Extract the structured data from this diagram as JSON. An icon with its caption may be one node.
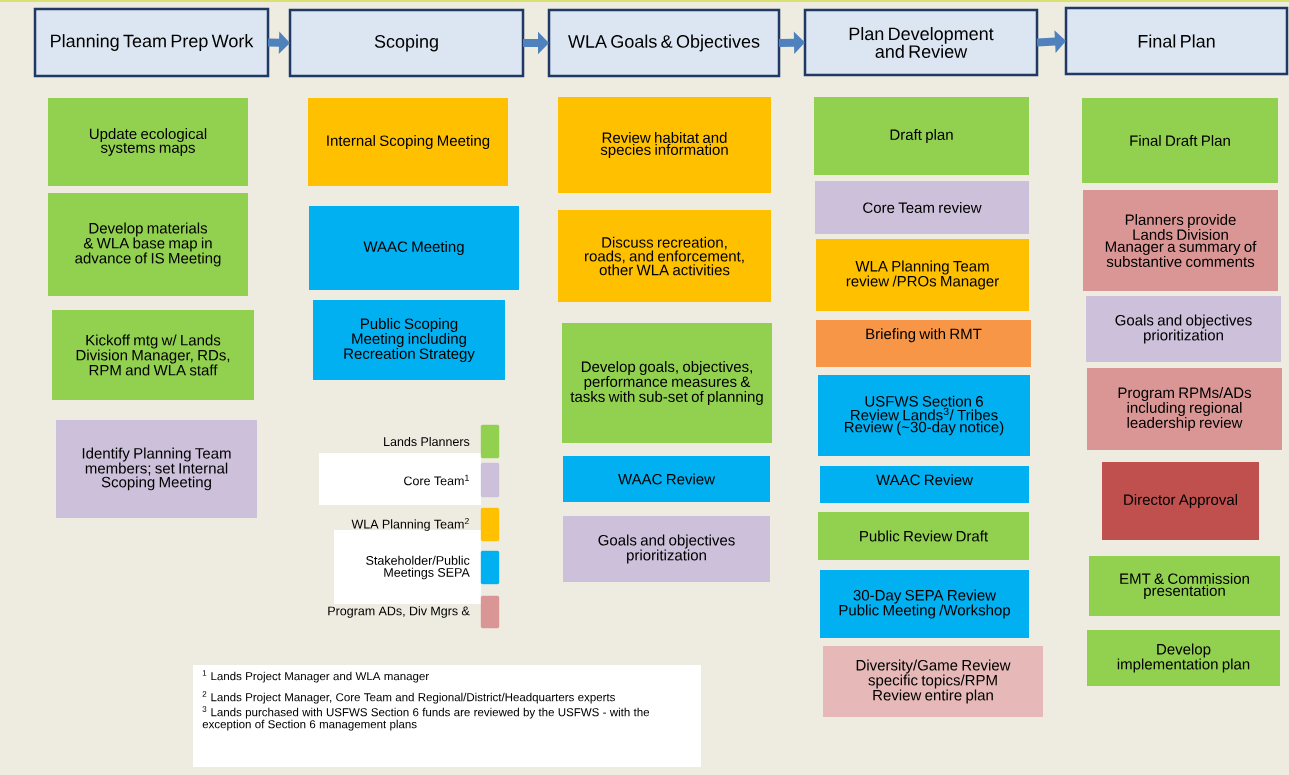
{
  "diagram": {
    "nodes": [
      {
        "text": [
          "Planning Team Prep Work"
        ]
      },
      {
        "text": [
          "Scoping"
        ]
      },
      {
        "text": [
          "WLA Goals & Objectives"
        ]
      },
      {
        "text": [
          "Plan Development and Review"
        ]
      },
      {
        "text": [
          "Final Plan"
        ]
      },
      {
        "text": [
          "Update ecological systems maps"
        ]
      },
      {
        "text": [
          "Develop materials & WLA base map in advance of IS Meeting"
        ]
      },
      {
        "text": [
          "Kickoff mtg w/ Lands Division Manager, RDs, RPM and WLA staff"
        ]
      },
      {
        "text": [
          "Identify Planning Team members; set Internal Scoping Meeting"
        ]
      },
      {
        "text": [
          "Internal Scoping Meeting"
        ]
      },
      {
        "text": [
          "WAAC Meeting"
        ]
      },
      {
        "text": [
          "Public Scoping Meeting including Recreation Strategy"
        ]
      },
      {
        "text": [
          "Review  habitat and species information"
        ]
      },
      {
        "text": [
          "Discuss recreation, roads, and enforcement, other WLA activities"
        ]
      },
      {
        "text": [
          "Develop goals, objectives, performance measures & tasks with sub-set of planning"
        ]
      },
      {
        "text": [
          "WAAC Review"
        ]
      },
      {
        "text": [
          "Goals and objectives prioritization"
        ]
      },
      {
        "text": [
          "Draft plan"
        ]
      },
      {
        "text": [
          "Core Team review"
        ]
      },
      {
        "text": [
          "WLA Planning Team review /PROs Manager"
        ]
      },
      {
        "text": [
          "Briefing with RMT"
        ]
      },
      {
        "text": [
          "USFWS Section 6 Review Lands$^{3}$/ Tribes Review (~30-day notice)"
        ]
      },
      {
        "text": [
          "WAAC Review"
        ]
      },
      {
        "text": [
          "Public Review Draft"
        ]
      },
      {
        "text": [
          "30-Day SEPA Review Public Meeting /Workshop"
        ]
      },
      {
        "text": [
          "Diversity/Game Review specific topics/RPM Review entire plan"
        ]
      },
      {
        "text": [
          "Final Draft Plan"
        ]
      },
      {
        "text": [
          "Planners provide Lands Division Manager a summary of substantive comments"
        ]
      },
      {
        "text": [
          "Goals and objectives prioritization"
        ]
      },
      {
        "text": [
          "Program RPMs/ADs including regional leadership review"
        ]
      },
      {
        "text": [
          "Director Approval"
        ]
      },
      {
        "text": [
          "EMT & Commission presentation"
        ]
      },
      {
        "text": [
          "Develop implementation plan"
        ]
      }
    ],
    "edges": [
      {
        "from": 0,
        "to": 1,
        "arrow": "to"
      },
      {
        "from": 1,
        "to": 2,
        "arrow": "to"
      },
      {
        "from": 2,
        "to": 3,
        "arrow": "to"
      },
      {
        "from": 3,
        "to": 4,
        "arrow": "to"
      }
    ],
    "labels": [
      "$^{1}$ Lands Project Manager and WLA manager",
      "$^{2}$ Lands Project Manager, Core Team and Regional/District/Headquarters experts",
      "$^{3}$ Lands purchased with USFWS Section 6 funds are reviewed by the USFWS - with the exception of Section 6 management plans"
    ],
    "legend": [
      {
        "text": "Lands Planners",
        "color": "#92d050"
      },
      {
        "text": "Core Team$^{1}$",
        "color": "#ccc0da"
      },
      {
        "text": "WLA Planning Team$^{2}$",
        "color": "#ffc000"
      },
      {
        "text": "Stakeholder/Public Meetings SEPA",
        "color": "#00b0f0"
      },
      {
        "text": "Program ADs, Div Mgrs  &",
        "color": "#da9694"
      }
    ]
  }
}
